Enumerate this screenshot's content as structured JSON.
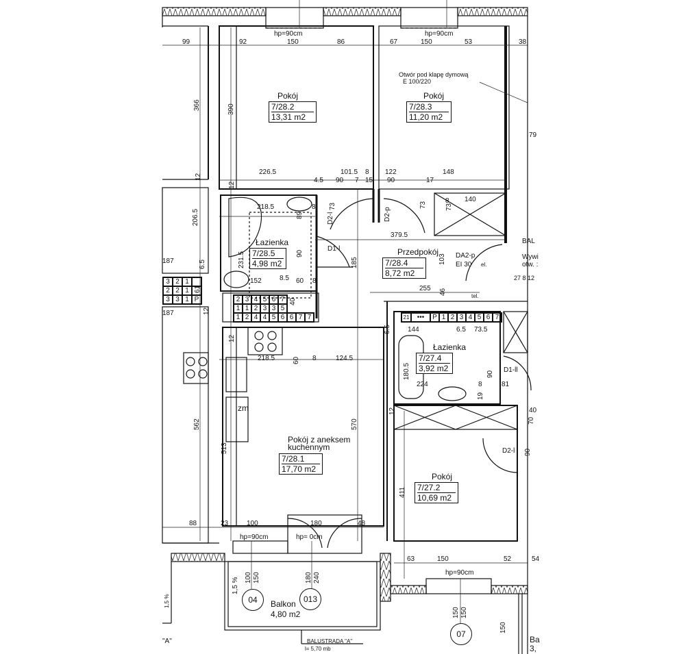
{
  "rooms": {
    "r282": {
      "name": "Pokój",
      "number": "7/28.2",
      "area": "13,31 m2"
    },
    "r283": {
      "name": "Pokój",
      "number": "7/28.3",
      "area": "11,20 m2"
    },
    "r285": {
      "name": "Łazienka",
      "number": "7/28.5",
      "area": "4,98 m2"
    },
    "r284": {
      "name": "Przedpokój",
      "number": "7/28.4",
      "area": "8,72 m2"
    },
    "r274": {
      "name": "Łazienka",
      "number": "7/27.4",
      "area": "3,92 m2"
    },
    "r281": {
      "name1": "Pokój z aneksem",
      "name2": "kuchennym",
      "number": "7/28.1",
      "area": "17,70 m2"
    },
    "r272": {
      "name": "Pokój",
      "number": "7/27.2",
      "area": "10,69 m2"
    },
    "balkon": {
      "name": "Balkon",
      "area": "4,80 m2"
    }
  },
  "notes": {
    "smoke1": "Otwór pod klapę dymową",
    "smoke2": "E 100/220",
    "balustrada": "BALUSTRADA \"A\"",
    "balustrada_len": "l= 5,70 mb",
    "a_left": "\"A\"",
    "zm": "zm",
    "bal": "BAL",
    "wyw1": "Wywi",
    "wyw2": "otw. :",
    "da2": "DA2-p",
    "ei30": "EI 30",
    "el": "el.",
    "tel": "tel.",
    "ba1": "Ba",
    "ba2": "3,",
    "slope": "1,5 %",
    "slope2": "1,5 %"
  },
  "doors": {
    "d2l": "D2-l",
    "d2p": "D2-p",
    "d1l": "D1-l",
    "d1ll": "D1-ll",
    "d2l_b": "D2-l"
  },
  "windows": {
    "w1": "hp=90cm",
    "w2": "hp=90cm",
    "w3": "hp=90cm",
    "w4": "hp= 0cm",
    "w5": "hp=90cm"
  },
  "markers": {
    "m04": "04",
    "m013": "013",
    "m07": "07"
  },
  "dims": [
    "99",
    "92",
    "150",
    "86",
    "67",
    "150",
    "53",
    "38",
    "366",
    "390",
    "79",
    "226.5",
    "101.5",
    "8",
    "122",
    "148",
    "4.5",
    "90",
    "7",
    "15",
    "90",
    "17",
    "12",
    "12",
    "218.5",
    "8",
    "73",
    "89",
    "140",
    "73",
    "73",
    "8",
    "206.5",
    "379.5",
    "231.5",
    "90",
    "185",
    "103",
    "187",
    "6.5",
    "152",
    "8.5",
    "60",
    "8",
    "40",
    "255",
    "46",
    "27 8 12",
    "61",
    "187",
    "144",
    "6.5",
    "73.5",
    "6.5",
    "180.5",
    "90",
    "224",
    "8",
    "81",
    "19",
    "218.5",
    "60",
    "8",
    "124.5",
    "12",
    "562",
    "513",
    "570",
    "12",
    "40",
    "70",
    "90",
    "411",
    "88",
    "23",
    "100",
    "180",
    "48",
    "63",
    "150",
    "52",
    "54",
    "100",
    "150",
    "180",
    "240",
    "150",
    "150",
    "150",
    "12"
  ],
  "panels": {
    "left": [
      "3",
      "2",
      "1",
      "2",
      "2",
      "1",
      "3",
      "3",
      "1",
      "P"
    ],
    "mid_row1": [
      "2",
      "3",
      "4",
      "5",
      "6",
      "7"
    ],
    "mid_row2": [
      "1",
      "1",
      "2",
      "3",
      "3",
      "5"
    ],
    "mid_row3": [
      "1",
      "2",
      "4",
      "4",
      "5",
      "6",
      "6",
      "7",
      "7"
    ],
    "right": [
      "21",
      "•••",
      "P",
      "1",
      "2",
      "3",
      "4",
      "5",
      "6",
      "7"
    ]
  }
}
